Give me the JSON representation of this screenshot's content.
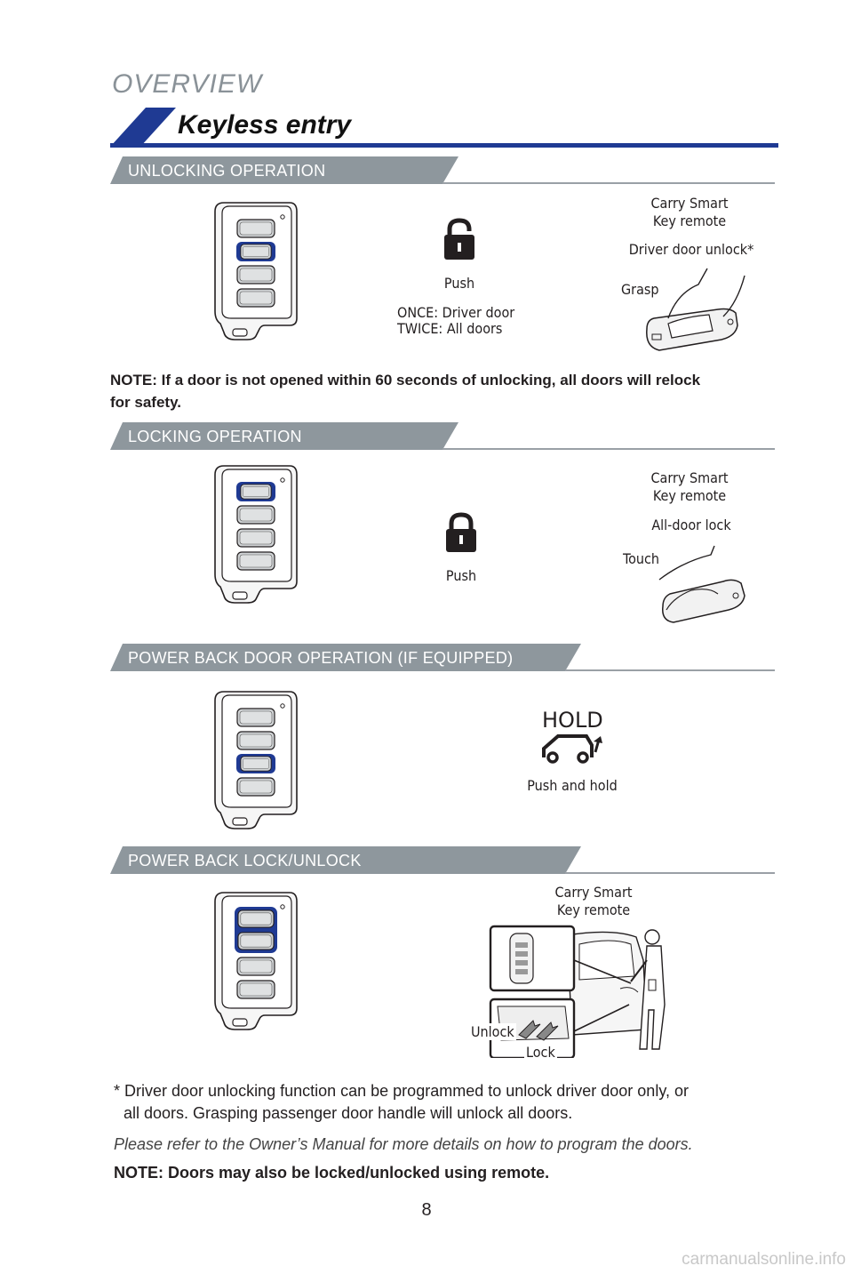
{
  "header": {
    "overview": "OVERVIEW",
    "title": "Keyless entry"
  },
  "sections": {
    "unlocking": {
      "heading": "UNLOCKING OPERATION",
      "push": "Push",
      "once": "ONCE: Driver door",
      "twice": "TWICE: All doors",
      "carry_line1": "Carry Smart",
      "carry_line2": "Key remote",
      "driver_unlock": "Driver door unlock*",
      "grasp": "Grasp"
    },
    "unlock_note": {
      "line1": "NOTE: If a door is not opened within 60 seconds of unlocking, all doors will relock",
      "line2": "for safety."
    },
    "locking": {
      "heading": "LOCKING OPERATION",
      "push": "Push",
      "carry_line1": "Carry Smart",
      "carry_line2": "Key remote",
      "all_lock": "All-door lock",
      "touch": "Touch"
    },
    "power_door": {
      "heading": "POWER BACK DOOR OPERATION (IF EQUIPPED)",
      "hold": "HOLD",
      "push_hold": "Push and hold"
    },
    "power_lock": {
      "heading": "POWER BACK LOCK/UNLOCK",
      "carry_line1": "Carry Smart",
      "carry_line2": "Key remote",
      "unlock": "Unlock",
      "lock": "Lock"
    }
  },
  "footer": {
    "footnote_line1": "* Driver door unlocking function can be programmed to unlock driver door only, or",
    "footnote_line2": "all doors. Grasping passenger door handle will unlock all doors.",
    "refer": "Please refer to the Owner’s Manual for more details on how to program the doors.",
    "note": "NOTE: Doors may also be locked/unlocked using remote.",
    "page_number": "8",
    "watermark": "carmanualsonline.info"
  },
  "fob": {
    "button_label": "HOLD"
  },
  "colors": {
    "accent_blue": "#1f3a93",
    "section_gray": "#8e979d",
    "line_gray": "#9aa0a6"
  }
}
